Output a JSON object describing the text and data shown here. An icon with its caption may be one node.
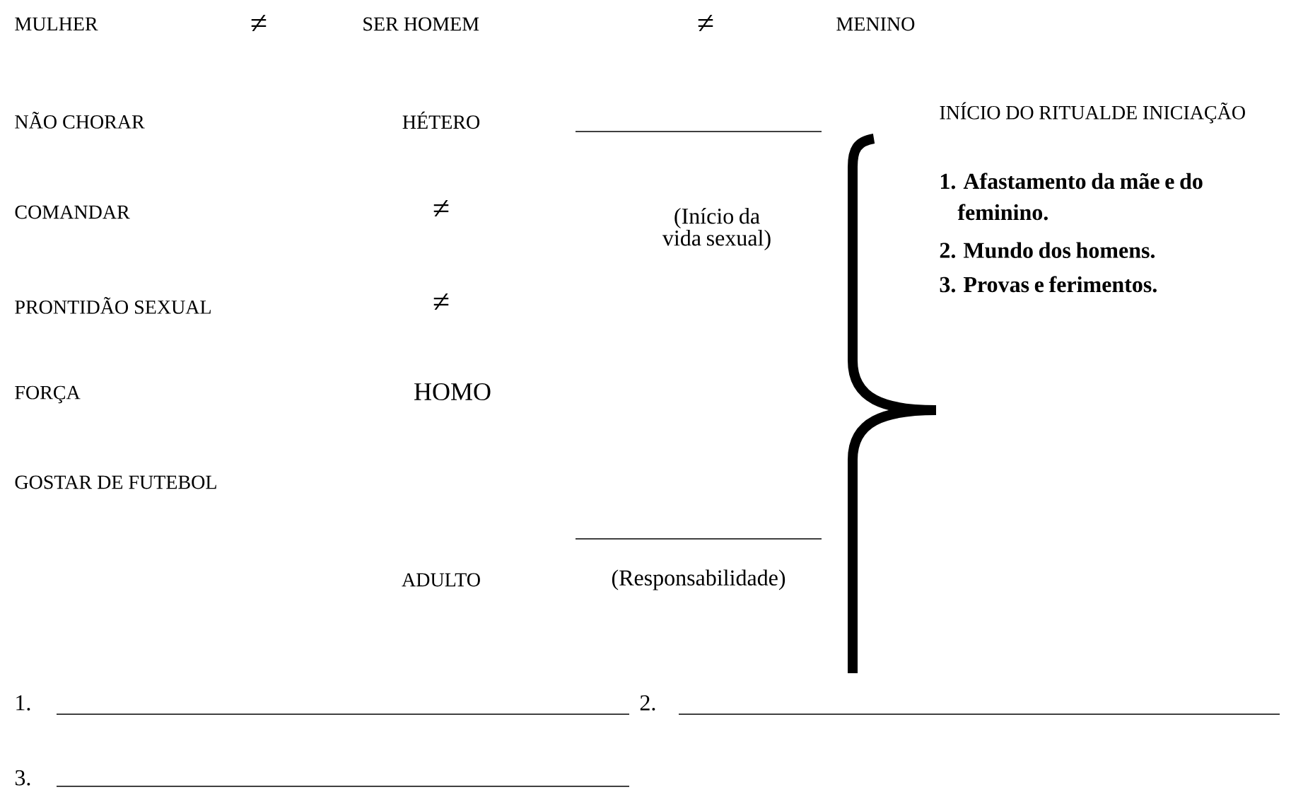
{
  "diagram": {
    "labels": [
      "MULHER",
      "≠",
      "SER HOMEM",
      "≠",
      "MENINO",
      "NÃO CHORAR",
      "HÉTERO",
      "INÍCIO DO RITUALDE INICIAÇÃO",
      "1. Afastamento da mãe e do feminino.",
      "2. Mundo dos homens.",
      "3. Provas e ferimentos.",
      "COMANDAR",
      "≠",
      "(Início da vida sexual)",
      "PRONTIDÃO SEXUAL",
      "≠",
      "FORÇA",
      "HOMO",
      "GOSTAR DE FUTEBOL",
      "ADULTO",
      "(Responsabilidade)",
      "1.",
      "2.",
      "3."
    ]
  }
}
